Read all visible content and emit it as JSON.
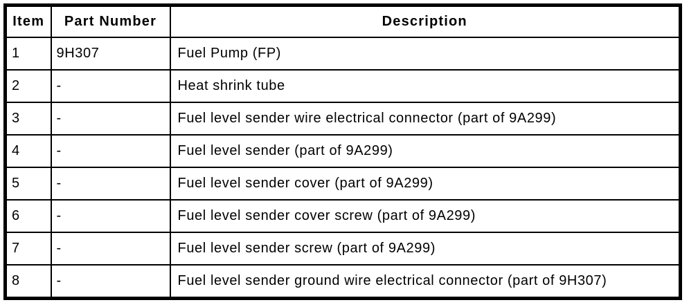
{
  "table": {
    "columns": {
      "item": "Item",
      "part_number": "Part Number",
      "description": "Description"
    },
    "rows": [
      {
        "item": "1",
        "part_number": "9H307",
        "description": "Fuel Pump (FP)"
      },
      {
        "item": "2",
        "part_number": "-",
        "description": "Heat shrink tube"
      },
      {
        "item": "3",
        "part_number": "-",
        "description": "Fuel level sender wire electrical connector (part of 9A299)"
      },
      {
        "item": "4",
        "part_number": "-",
        "description": "Fuel level sender (part of 9A299)"
      },
      {
        "item": "5",
        "part_number": "-",
        "description": "Fuel level sender cover (part of 9A299)"
      },
      {
        "item": "6",
        "part_number": "-",
        "description": "Fuel level sender cover screw (part of 9A299)"
      },
      {
        "item": "7",
        "part_number": "-",
        "description": "Fuel level sender screw (part of 9A299)"
      },
      {
        "item": "8",
        "part_number": "-",
        "description": "Fuel level sender ground wire electrical connector (part of 9H307)"
      }
    ],
    "colors": {
      "border": "#000000",
      "background": "#ffffff",
      "text": "#000000"
    }
  }
}
